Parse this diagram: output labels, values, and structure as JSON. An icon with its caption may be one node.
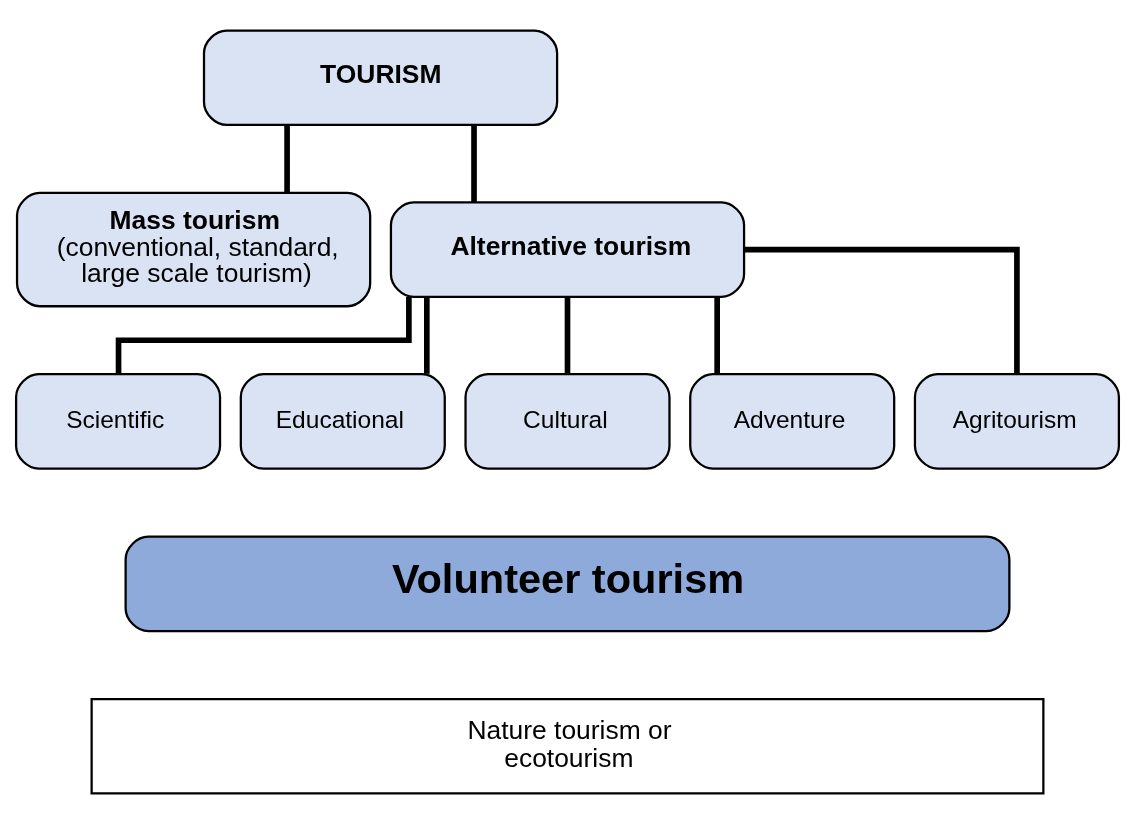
{
  "diagram": {
    "nodes": [
      {
        "text": [
          "TOURISM"
        ]
      },
      {
        "text": [
          "Mass tourism",
          "(conventional, standard, large scale tourism)"
        ]
      },
      {
        "text": [
          "Alternative tourism"
        ]
      },
      {
        "text": [
          "Scientific"
        ]
      },
      {
        "text": [
          "Educational"
        ]
      },
      {
        "text": [
          "Cultural"
        ]
      },
      {
        "text": [
          "Adventure"
        ]
      },
      {
        "text": [
          "Agritourism"
        ]
      },
      {
        "text": [
          "Volunteer tourism"
        ]
      },
      {
        "text": [
          "Nature tourism or ecotourism"
        ]
      }
    ],
    "edges": [
      {
        "from": 0,
        "to": 1,
        "arrow": "none"
      },
      {
        "from": 0,
        "to": 2,
        "arrow": "none"
      },
      {
        "from": 2,
        "to": 3,
        "arrow": "none"
      },
      {
        "from": 2,
        "to": 4,
        "arrow": "none"
      },
      {
        "from": 2,
        "to": 5,
        "arrow": "none"
      },
      {
        "from": 2,
        "to": 6,
        "arrow": "none"
      },
      {
        "from": 2,
        "to": 7,
        "arrow": "none"
      }
    ]
  }
}
